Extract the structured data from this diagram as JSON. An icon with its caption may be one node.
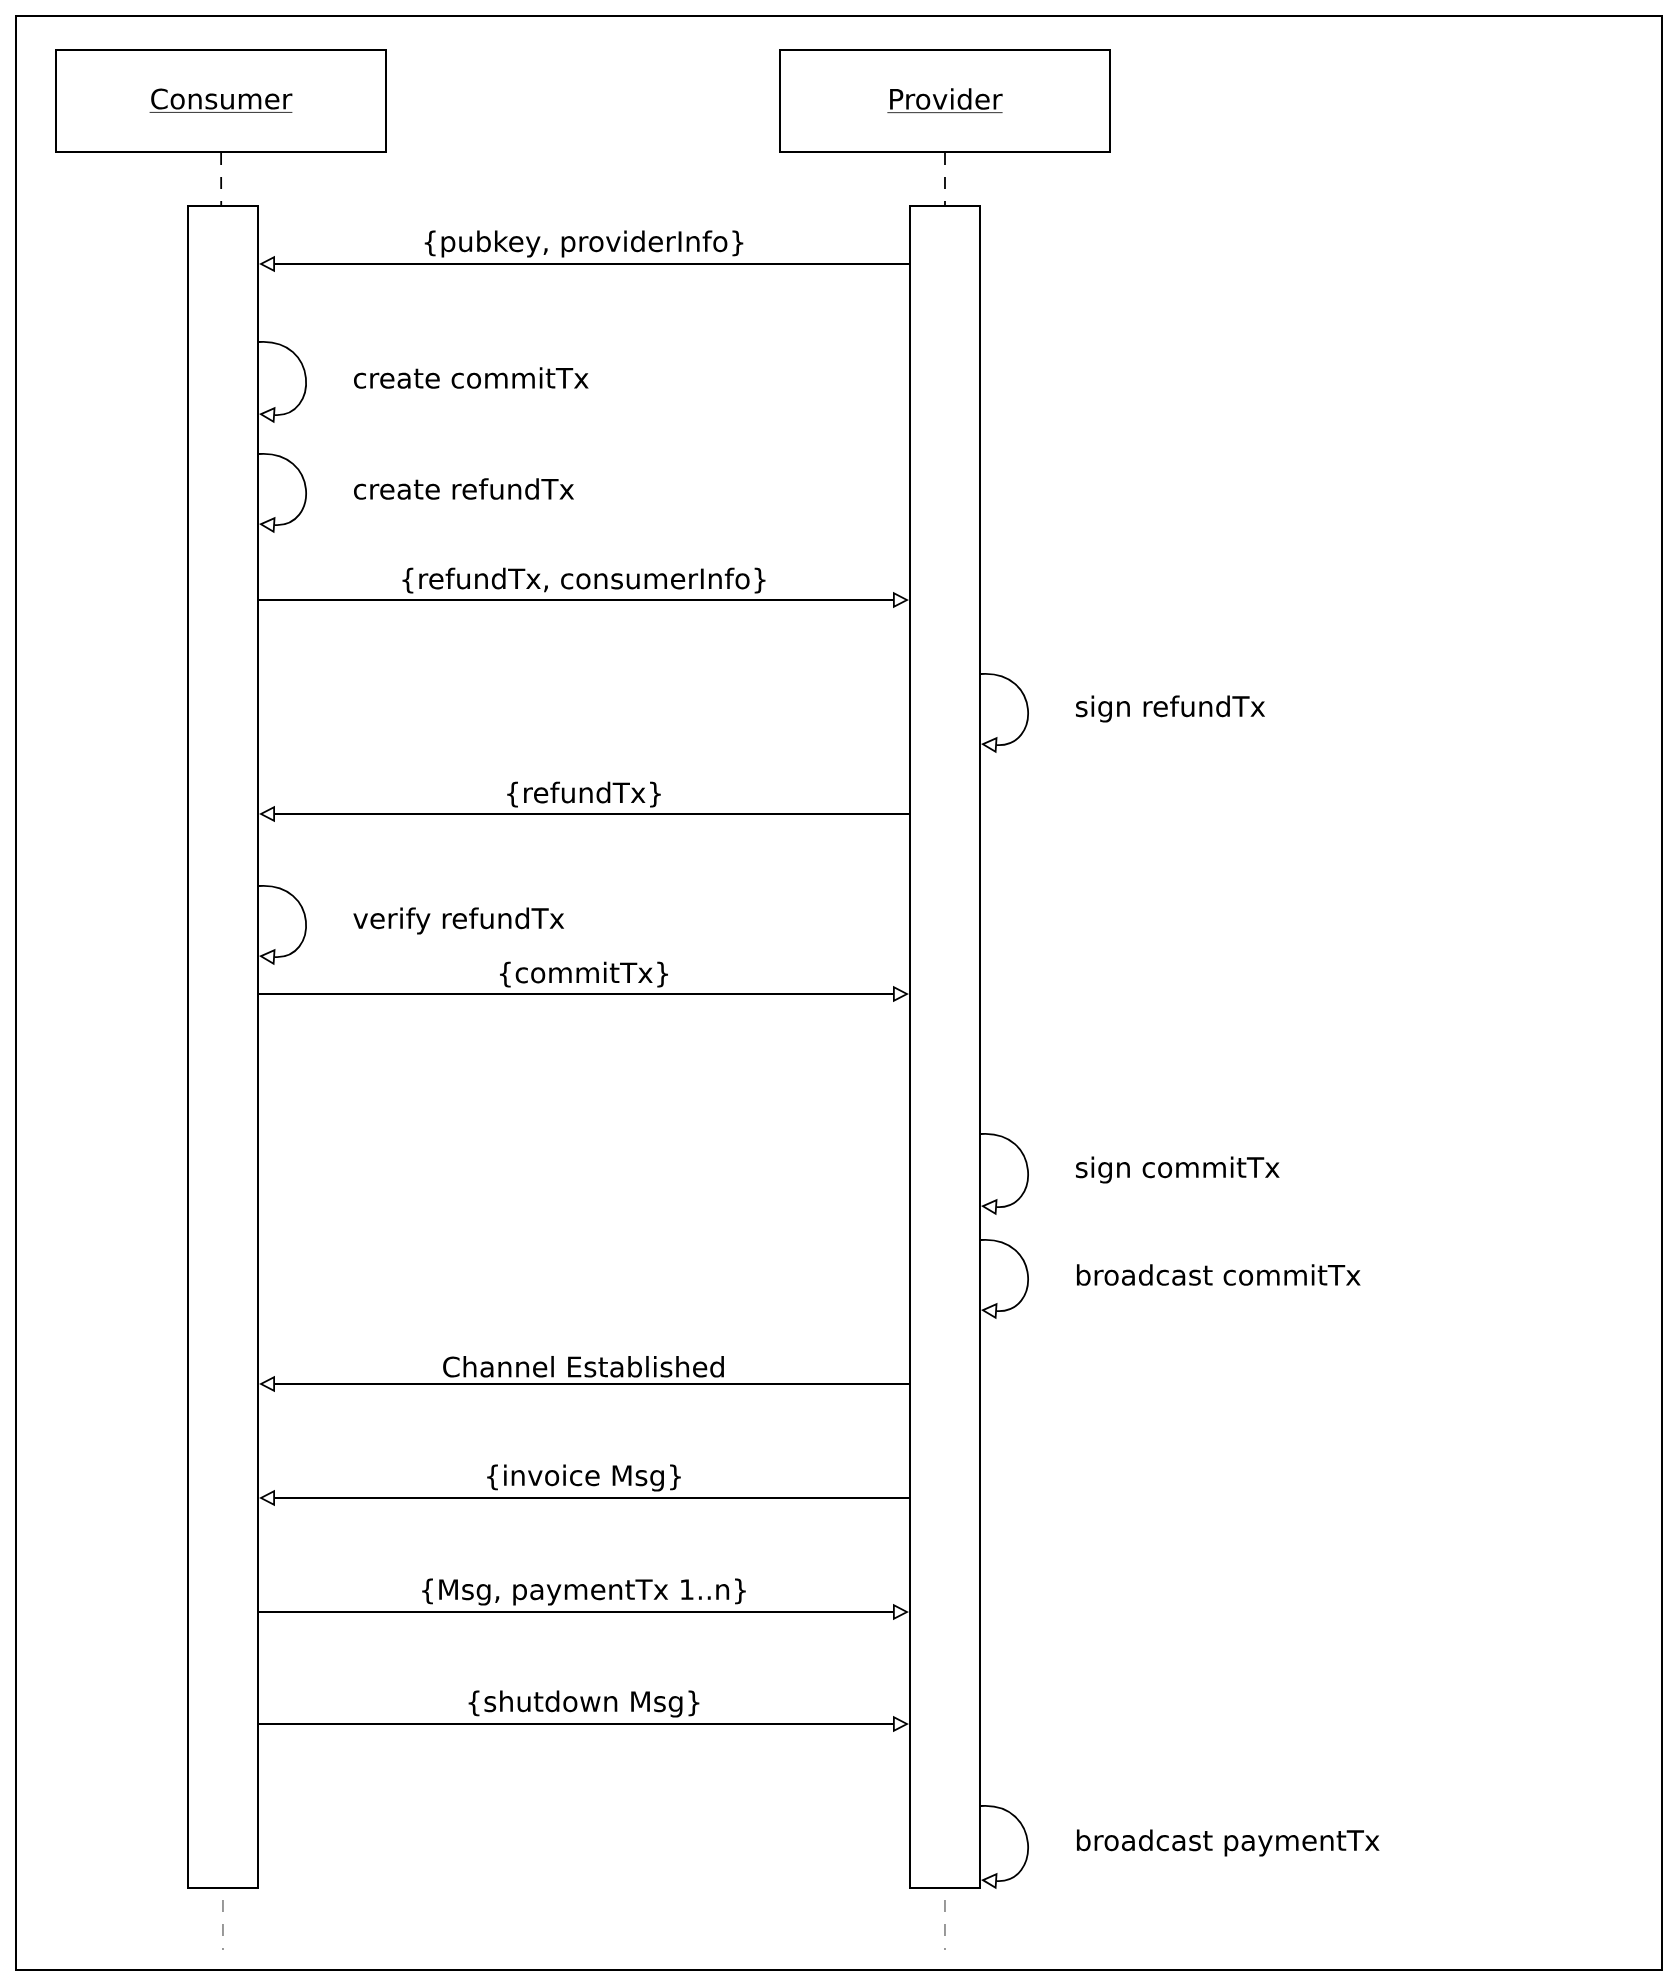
{
  "diagram": {
    "nodes": [
      {
        "text": [
          "Consumer"
        ]
      },
      {
        "text": [
          "Provider"
        ]
      },
      {
        "text": [],
        "shape": "bar"
      },
      {
        "text": [],
        "shape": "bar"
      }
    ],
    "edges": [
      {
        "from": 0,
        "to": 2,
        "arrow": "none",
        "style": "dashed"
      },
      {
        "from": 1,
        "to": 3,
        "arrow": "none",
        "style": "dashed"
      },
      {
        "from": 3,
        "to": 2,
        "arrow": "to",
        "label": "{pubkey, providerInfo}"
      },
      {
        "from": 2,
        "to": 2,
        "arrow": "to",
        "label": "create commitTx"
      },
      {
        "from": 2,
        "to": 2,
        "arrow": "to",
        "label": "create refundTx"
      },
      {
        "from": 2,
        "to": 3,
        "arrow": "to",
        "label": "{refundTx, consumerInfo}"
      },
      {
        "from": 3,
        "to": 3,
        "arrow": "to",
        "label": "sign refundTx"
      },
      {
        "from": 3,
        "to": 2,
        "arrow": "to",
        "label": "{refundTx}"
      },
      {
        "from": 2,
        "to": 2,
        "arrow": "to",
        "label": "verify refundTx"
      },
      {
        "from": 2,
        "to": 3,
        "arrow": "to",
        "label": "{commitTx}"
      },
      {
        "from": 3,
        "to": 3,
        "arrow": "to",
        "label": "sign commitTx"
      },
      {
        "from": 3,
        "to": 3,
        "arrow": "to",
        "label": "broadcast commitTx"
      },
      {
        "from": 3,
        "to": 2,
        "arrow": "to",
        "label": "Channel Established"
      },
      {
        "from": 3,
        "to": 2,
        "arrow": "to",
        "label": "{invoice Msg}"
      },
      {
        "from": 2,
        "to": 3,
        "arrow": "to",
        "label": "{Msg, paymentTx 1..n}"
      },
      {
        "from": 2,
        "to": 3,
        "arrow": "to",
        "label": "{shutdown Msg}"
      },
      {
        "from": 3,
        "to": 3,
        "arrow": "to",
        "label": "broadcast paymentTx"
      }
    ]
  }
}
